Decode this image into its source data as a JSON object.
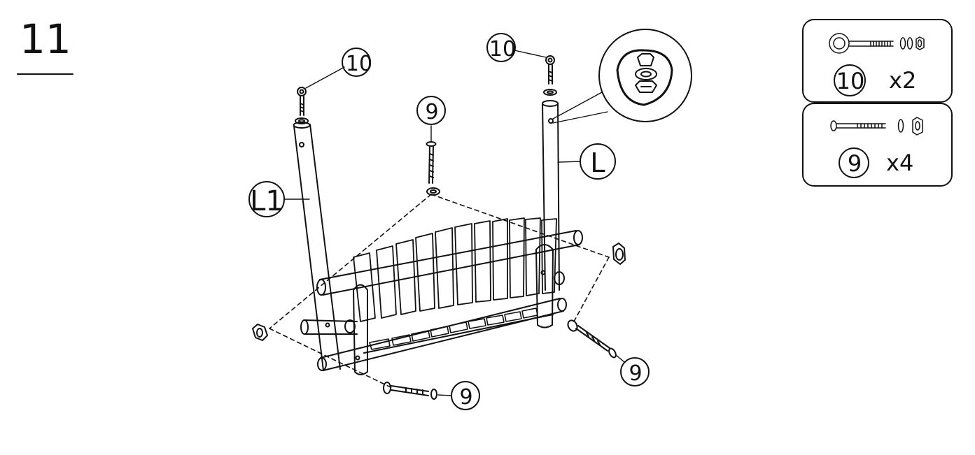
{
  "step": {
    "number": "11"
  },
  "labels": {
    "leg_left": "L1",
    "leg_right": "L",
    "eyebolt_left": "10",
    "eyebolt_right": "10",
    "bolt_top": "9",
    "bolt_front": "9",
    "bolt_right": "9"
  },
  "parts": [
    {
      "id": "10",
      "qty": "x2",
      "icon": "eye-bolt-with-washers-and-nut-icon"
    },
    {
      "id": "9",
      "qty": "x4",
      "icon": "carriage-bolt-with-washer-and-nut-icon"
    }
  ]
}
